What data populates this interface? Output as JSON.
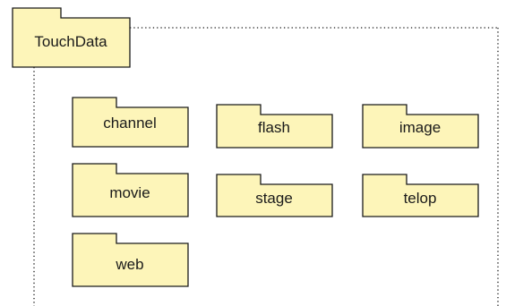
{
  "root": {
    "label": "TouchData"
  },
  "folders": [
    {
      "label": "channel"
    },
    {
      "label": "flash"
    },
    {
      "label": "image"
    },
    {
      "label": "movie"
    },
    {
      "label": "stage"
    },
    {
      "label": "telop"
    },
    {
      "label": "web"
    }
  ],
  "colors": {
    "folder_fill": "#fdf5b9",
    "stroke": "#1a1a1a",
    "background": "#ffffff"
  }
}
